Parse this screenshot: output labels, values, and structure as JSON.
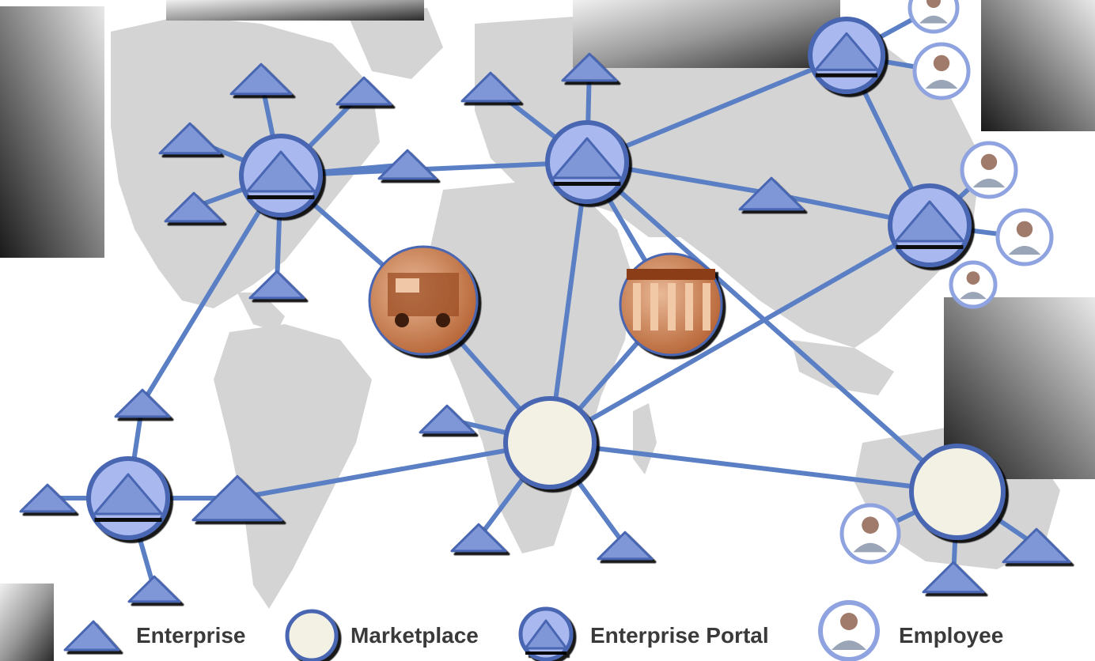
{
  "colors": {
    "link": "#5b7fc4",
    "enterprise_fill": "#7f97d6",
    "enterprise_stroke": "#4a66b3",
    "portal_fill": "#a9b9ef",
    "marketplace_fill": "#f3f1e4",
    "map_land": "#d4d4d4",
    "background": "#ffffff",
    "photo_sepia": "#c9784a"
  },
  "icons": {
    "enterprise": "triangle-icon",
    "marketplace": "circle-icon",
    "portal": "triangle-in-circle-icon",
    "employee": "person-in-circle-icon",
    "truck": "truck-photo-icon",
    "building": "columns-building-photo-icon"
  },
  "legend": {
    "enterprise_label": "Enterprise",
    "marketplace_label": "Marketplace",
    "portal_label": "Enterprise Portal",
    "employee_label": "Employee"
  }
}
